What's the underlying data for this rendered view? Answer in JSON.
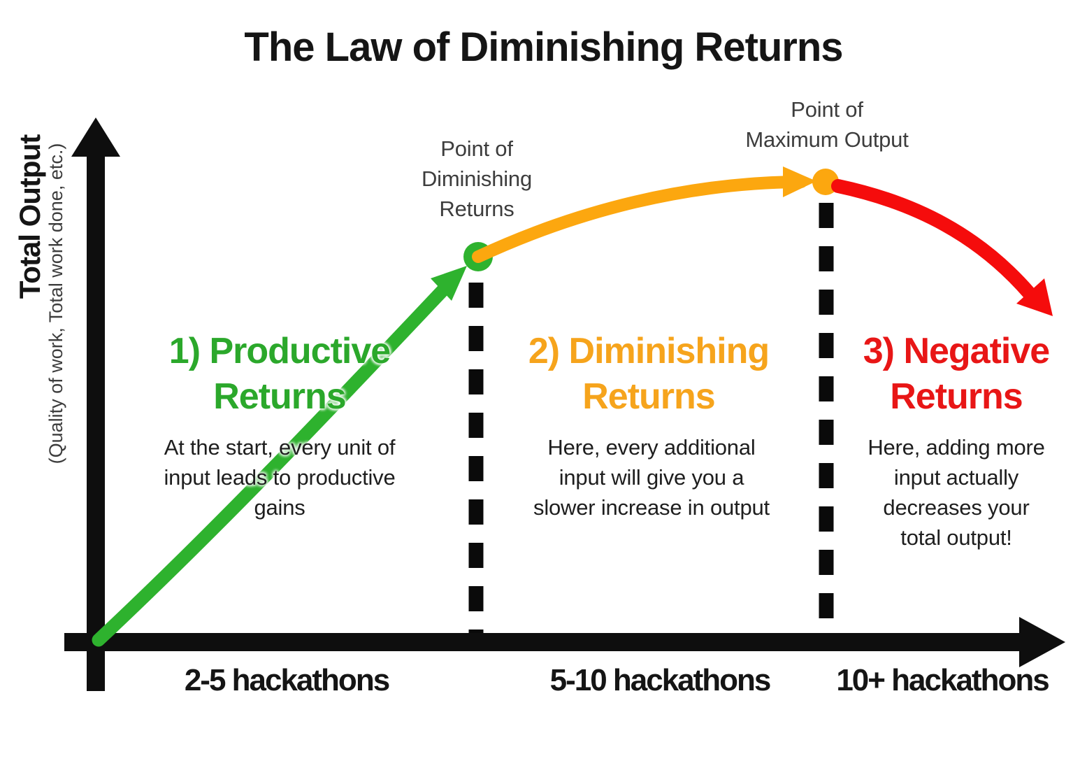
{
  "title": "The Law of Diminishing Returns",
  "colors": {
    "title_text": "#151515",
    "axis": "#0e0e0e",
    "dashed_line": "#0a0a0a",
    "green": "#2ba82b",
    "green_curve": "#2eb22e",
    "orange": "#f6a41c",
    "orange_curve": "#fca70f",
    "red": "#e81616",
    "red_curve": "#f50c0c",
    "point_label": "#3d3d3d",
    "body_text": "#1e1e1e"
  },
  "y_axis": {
    "label": "Total Output",
    "sublabel": "(Quality of work, Total work done, etc.)"
  },
  "x_axis": {
    "labels": [
      "2-5 hackathons",
      "5-10 hackathons",
      "10+ hackathons"
    ]
  },
  "annotations": {
    "diminishing_point": "Point of\nDiminishing\nReturns",
    "maximum_point": "Point of\nMaximum Output"
  },
  "sections": [
    {
      "heading": "1) Productive\nReturns",
      "body": "At the start, every unit of\ninput leads to productive\ngains"
    },
    {
      "heading": "2) Diminishing\nReturns",
      "body": "Here, every additional\ninput will give you a\nslower increase in output"
    },
    {
      "heading": "3) Negative\nReturns",
      "body": "Here, adding more\ninput actually\ndecreases your\ntotal output!"
    }
  ]
}
